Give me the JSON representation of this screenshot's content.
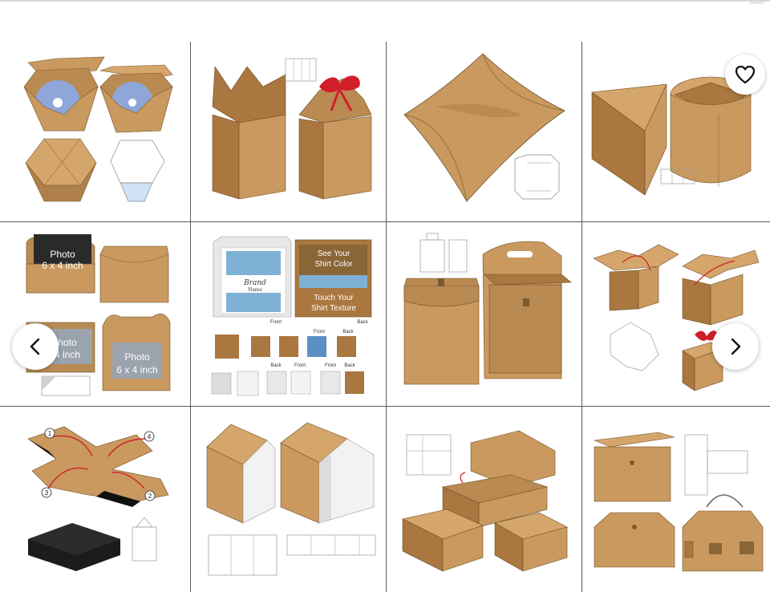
{
  "watermark": "Envato",
  "colors": {
    "kraft": "#c9995f",
    "kraft_dark": "#a9773f",
    "kraft_light": "#dcb27c",
    "divider": "#5a5a5a",
    "ribbon": "#d11f2a"
  },
  "icons": {
    "favorite": "heart-icon",
    "previous": "chevron-left-icon",
    "next": "chevron-right-icon"
  },
  "cells": {
    "photo_top": {
      "line1": "Photo",
      "line2": "6 x 4 inch"
    },
    "photo_mid": {
      "line1": "Photo",
      "line2": "4 inch"
    },
    "photo_br": {
      "line1": "Photo",
      "line2": "6 x 4 inch"
    },
    "brand": {
      "line1": "Brand",
      "line2": "Name"
    },
    "shirt": {
      "see1": "See Your",
      "see2": "Shirt Color",
      "touch1": "Touch Your",
      "touch2": "Shirt Texture",
      "front": "Front",
      "back": "Back"
    },
    "numbered": {
      "n1": "1",
      "n2": "2",
      "n3": "3",
      "n4": "4"
    }
  }
}
